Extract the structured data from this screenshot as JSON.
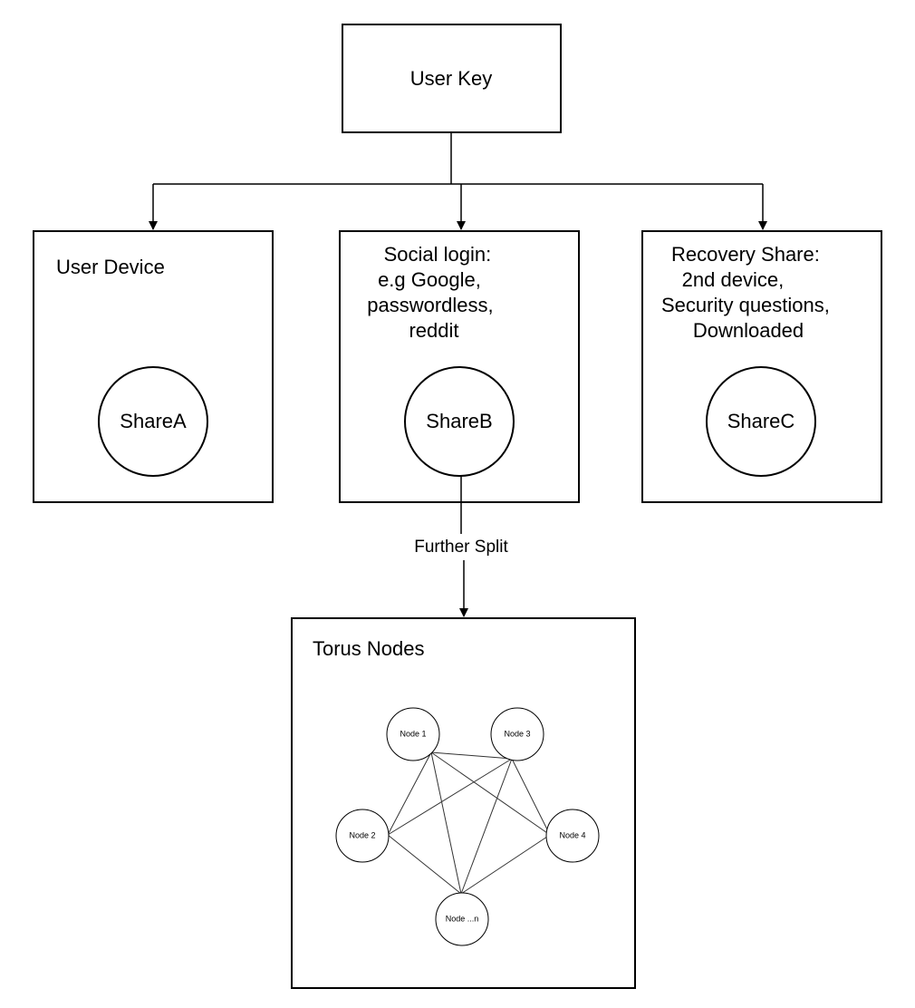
{
  "user_key": {
    "label": "User Key"
  },
  "user_device": {
    "title": "User Device",
    "share": "ShareA"
  },
  "social_login": {
    "lines": [
      "Social login:",
      "e.g Google,",
      "passwordless,",
      "reddit"
    ],
    "share": "ShareB"
  },
  "recovery": {
    "lines": [
      "Recovery Share:",
      "2nd device,",
      "Security questions,",
      "Downloaded"
    ],
    "share": "ShareC"
  },
  "further_split": {
    "label": "Further Split"
  },
  "torus": {
    "title": "Torus Nodes",
    "nodes": [
      "Node 1",
      "Node 3",
      "Node 2",
      "Node 4",
      "Node ...n"
    ]
  }
}
